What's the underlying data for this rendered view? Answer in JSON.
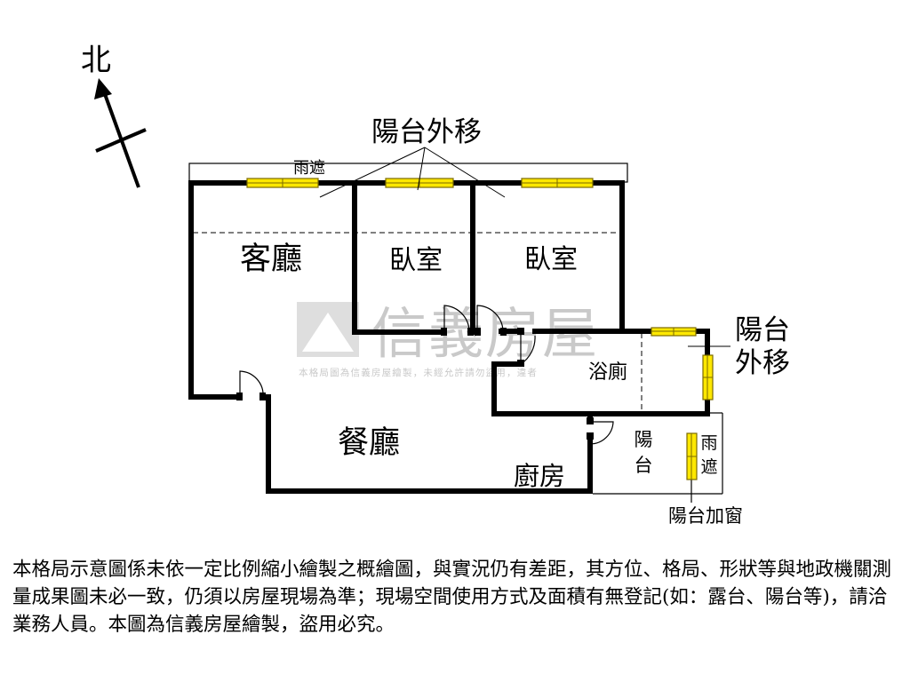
{
  "compass": {
    "north_label": "北"
  },
  "callouts": {
    "balcony_shift_top": "陽台外移",
    "balcony_shift_right_line1": "陽台",
    "balcony_shift_right_line2": "外移",
    "balcony_window": "陽台加窗"
  },
  "rooms": {
    "living_room": "客廳",
    "bedroom_1": "臥室",
    "bedroom_2": "臥室",
    "bathroom": "浴廁",
    "dining_room": "餐廳",
    "kitchen": "廚房",
    "balcony_char1": "陽",
    "balcony_char2": "台",
    "canopy_top": "雨遮",
    "canopy_side_char1": "雨",
    "canopy_side_char2": "遮"
  },
  "watermark": {
    "brand": "信義房屋",
    "notice": "本格局圖為信義房屋繪製，未經允許請勿盜用，違者"
  },
  "disclaimer": "本格局示意圖係未依一定比例縮小繪製之概繪圖，與實況仍有差距，其方位、格局、形狀等與地政機關測量成果圖未必一致，仍須以房屋現場為準；現場空間使用方式及面積有無登記(如：露台、陽台等)，請洽業務人員。本圖為信義房屋繪製，盜用必究。",
  "colors": {
    "wall": "#000000",
    "window_fill": "#ffe800",
    "window_edge": "#7a6a00",
    "watermark": "#c9c9c9"
  }
}
